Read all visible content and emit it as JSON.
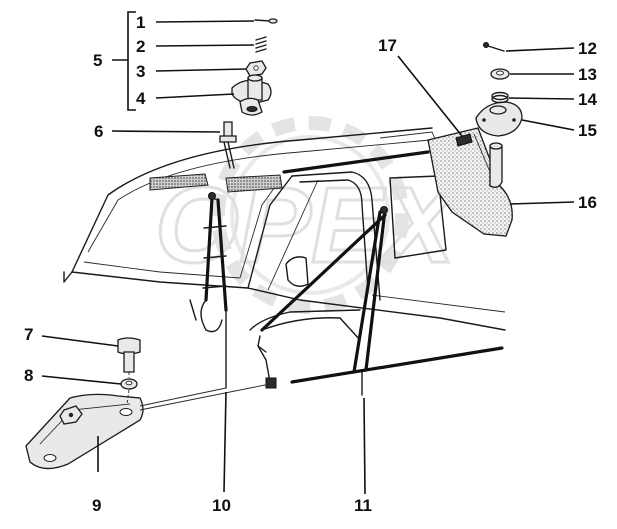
{
  "callouts": {
    "c1": "1",
    "c2": "2",
    "c3": "3",
    "c4": "4",
    "c5": "5",
    "c6": "6",
    "c7": "7",
    "c8": "8",
    "c9": "9",
    "c10": "10",
    "c11": "11",
    "c12": "12",
    "c13": "13",
    "c14": "14",
    "c15": "15",
    "c16": "16",
    "c17": "17"
  },
  "watermark": {
    "text": "OPEX"
  },
  "colors": {
    "ink": "#1a1a1a",
    "watermark": "#d4d4d4",
    "hatch": "#9a9a9a"
  }
}
